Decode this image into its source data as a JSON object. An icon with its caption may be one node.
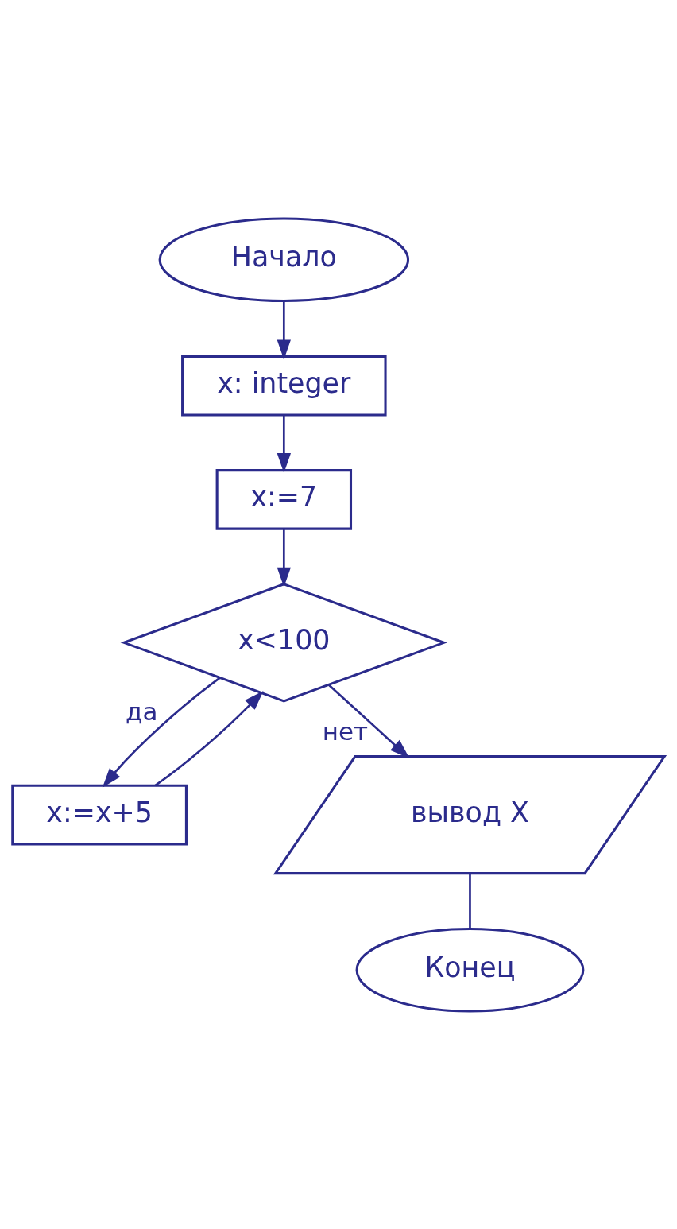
{
  "diagram": {
    "nodes": [
      {
        "text": [
          "Начало"
        ]
      },
      {
        "text": [
          "x: integer"
        ]
      },
      {
        "text": [
          "x:=7"
        ]
      },
      {
        "text": [
          "x<100"
        ]
      },
      {
        "text": [
          "x:=x+5"
        ]
      },
      {
        "text": [
          "вывод X"
        ]
      },
      {
        "text": [
          "Конец"
        ]
      }
    ],
    "edges": [
      {
        "from": 0,
        "to": 1,
        "arrow": "to"
      },
      {
        "from": 1,
        "to": 2,
        "arrow": "to"
      },
      {
        "from": 2,
        "to": 3,
        "arrow": "to"
      },
      {
        "from": 3,
        "to": 4,
        "arrow": "to",
        "label": "да"
      },
      {
        "from": 4,
        "to": 3,
        "arrow": "to"
      },
      {
        "from": 3,
        "to": 5,
        "arrow": "to",
        "label": "нет"
      },
      {
        "from": 5,
        "to": 6,
        "arrow": "none"
      }
    ]
  }
}
